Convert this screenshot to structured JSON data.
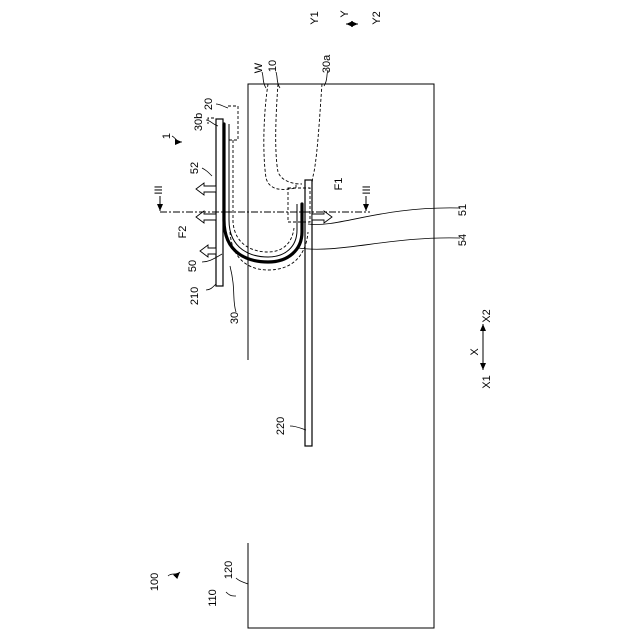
{
  "labels": {
    "device": "100",
    "body": "110",
    "face": "120",
    "first_member": "210",
    "second_member": "220",
    "assembly": "1",
    "workpiece_w": "W",
    "part_10": "10",
    "part_20": "20",
    "part_30": "30",
    "part_30a": "30a",
    "part_30b": "30b",
    "part_50": "50",
    "part_51": "51",
    "part_52": "52",
    "part_54": "54",
    "force_f1": "F1",
    "force_f2": "F2",
    "section_mark": "III"
  },
  "axes": {
    "x": "X",
    "x1": "X1",
    "x2": "X2",
    "y": "Y",
    "y1": "Y1",
    "y2": "Y2"
  }
}
